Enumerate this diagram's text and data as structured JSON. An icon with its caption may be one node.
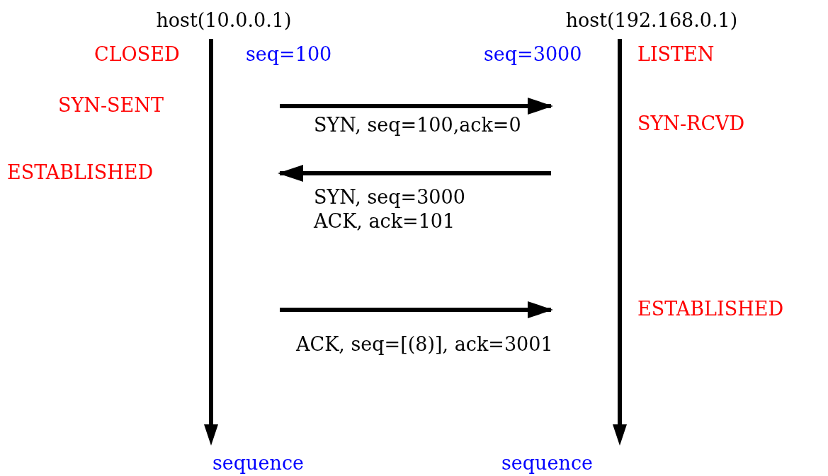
{
  "diagram": {
    "nodes": [
      {
        "text": [
          "host(10.0.0.1)"
        ]
      },
      {
        "text": [
          "host(192.168.0.1)"
        ]
      }
    ],
    "edges": [
      {
        "from": 0,
        "to": 1,
        "arrow": "to",
        "label": "SYN, seq=100,ack=0"
      },
      {
        "from": 1,
        "to": 0,
        "arrow": "to",
        "label": "SYN, seq=3000 ACK, ack=101"
      },
      {
        "from": 0,
        "to": 1,
        "arrow": "to",
        "label": "ACK, seq=[(8)], ack=3001"
      }
    ],
    "labels": [
      "CLOSED",
      "seq=100",
      "seq=3000",
      "LISTEN",
      "SYN-SENT",
      "SYN-RCVD",
      "ESTABLISHED",
      "ESTABLISHED",
      "sequence",
      "sequence"
    ]
  }
}
